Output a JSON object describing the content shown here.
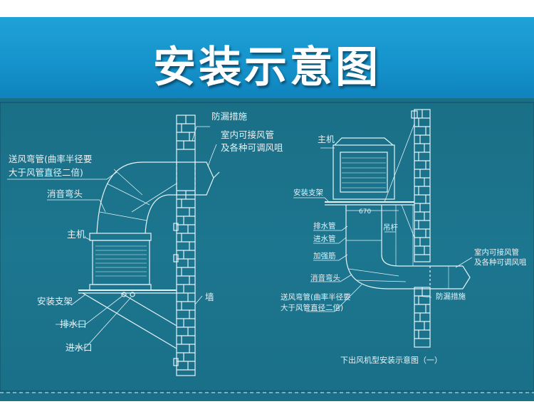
{
  "banner": {
    "title": "安装示意图"
  },
  "left_diagram": {
    "labels": {
      "leak_prevention": "防漏措施",
      "indoor_duct_line1": "室内可接风管",
      "indoor_duct_line2": "及各种可调风咀",
      "supply_elbow_line1": "送风弯管(曲率半径要",
      "supply_elbow_line2": "大于风管直径二倍)",
      "silencer_elbow": "消音弯头",
      "main_unit": "主机",
      "bracket": "安装支架",
      "drain_outlet": "排水口",
      "water_inlet": "进水口",
      "wall": "墙"
    }
  },
  "right_diagram": {
    "labels": {
      "main_unit": "主机",
      "bracket": "安装支架",
      "dim_670": "670",
      "drain_pipe": "排水管",
      "inlet_pipe": "进水管",
      "stiffener": "加强筋",
      "silencer_elbow": "消音弯头",
      "supply_elbow_line1": "送风弯管(曲率半径要",
      "supply_elbow_line2": "大于风管直径二倍)",
      "hanger_rod": "吊杆",
      "indoor_duct_line1": "室内可接风管",
      "indoor_duct_line2": "及各种可调风咀",
      "leak_prevention": "防漏措施",
      "caption": "下出风机型安装示意图（一）"
    }
  },
  "colors": {
    "banner": "#1592cb",
    "board": "#1c768f",
    "line": "#e6f3f8"
  }
}
